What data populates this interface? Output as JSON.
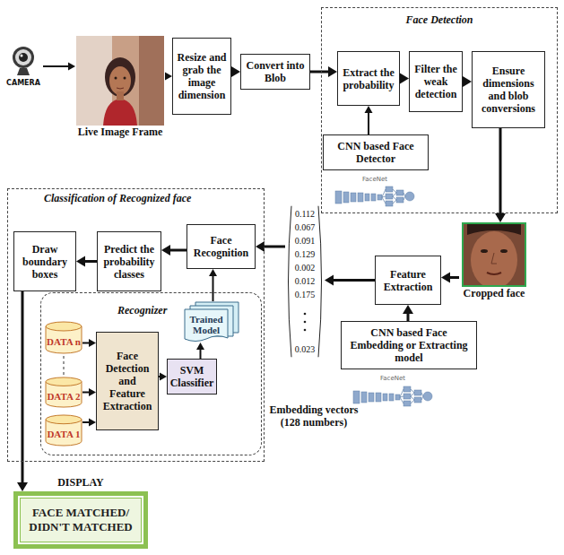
{
  "diagram": {
    "nodes": [
      {
        "text": [
          "CAMERA"
        ]
      },
      {
        "text": [
          "Live Image Frame"
        ]
      },
      {
        "text": [
          "Resize and grab the image dimension"
        ]
      },
      {
        "text": [
          "Convert into Blob"
        ]
      },
      {
        "text": [
          "Face Detection"
        ]
      },
      {
        "text": [
          "Extract the probability"
        ],
        "in": 4
      },
      {
        "text": [
          "Filter the weak detection"
        ],
        "in": 4
      },
      {
        "text": [
          "Ensure dimensions and blob conversions"
        ],
        "in": 4
      },
      {
        "text": [
          "CNN based Face Detector"
        ],
        "in": 4
      },
      {
        "text": [
          "Cropped face"
        ]
      },
      {
        "text": [
          "Feature Extraction"
        ]
      },
      {
        "text": [
          "CNN based Face Embedding or Extracting model"
        ]
      },
      {
        "text": [
          "0.112",
          "0.067",
          "0.091",
          "0.129",
          "0.002",
          "0.012",
          "0.175",
          "0.023"
        ]
      },
      {
        "text": [
          "Classification of Recognized face"
        ]
      },
      {
        "text": [
          "Face Recognition"
        ],
        "in": 13
      },
      {
        "text": [
          "Predict the probability classes"
        ],
        "in": 13
      },
      {
        "text": [
          "Draw boundary boxes"
        ],
        "in": 13
      },
      {
        "text": [
          "Recognizer"
        ],
        "in": 13
      },
      {
        "text": [
          "DATA n"
        ],
        "in": 17
      },
      {
        "text": [
          "DATA 2"
        ],
        "in": 17
      },
      {
        "text": [
          "DATA 1"
        ],
        "in": 17
      },
      {
        "text": [
          "Face Detection and Feature Extraction"
        ],
        "in": 17
      },
      {
        "text": [
          "SVM Classifier"
        ],
        "in": 17
      },
      {
        "text": [
          "Trained Model"
        ],
        "in": 17
      },
      {
        "text": [
          "DISPLAY",
          "FACE MATCHED/ DIDN'T MATCHED"
        ]
      }
    ],
    "edges": [
      {
        "from": 0,
        "to": 1,
        "arrow": "to"
      },
      {
        "from": 1,
        "to": 2,
        "arrow": "to"
      },
      {
        "from": 2,
        "to": 3,
        "arrow": "to"
      },
      {
        "from": 3,
        "to": 5,
        "arrow": "to"
      },
      {
        "from": 8,
        "to": 5,
        "arrow": "to"
      },
      {
        "from": 5,
        "to": 6,
        "arrow": "to"
      },
      {
        "from": 6,
        "to": 7,
        "arrow": "to"
      },
      {
        "from": 7,
        "to": 9,
        "arrow": "to"
      },
      {
        "from": 9,
        "to": 10,
        "arrow": "to"
      },
      {
        "from": 11,
        "to": 10,
        "arrow": "to"
      },
      {
        "from": 10,
        "to": 12,
        "arrow": "to"
      },
      {
        "from": 12,
        "to": 14,
        "arrow": "to"
      },
      {
        "from": 23,
        "to": 14,
        "arrow": "to"
      },
      {
        "from": 14,
        "to": 15,
        "arrow": "to"
      },
      {
        "from": 15,
        "to": 16,
        "arrow": "to"
      },
      {
        "from": 16,
        "to": 24,
        "arrow": "to"
      },
      {
        "from": 18,
        "to": 21,
        "arrow": "to"
      },
      {
        "from": 19,
        "to": 21,
        "arrow": "to"
      },
      {
        "from": 20,
        "to": 21,
        "arrow": "to"
      },
      {
        "from": 21,
        "to": 22,
        "arrow": "to"
      },
      {
        "from": 22,
        "to": 23,
        "arrow": "to"
      }
    ],
    "labels": [
      "FaceNet",
      "FaceNet",
      "Embedding vectors (128 numbers)"
    ]
  }
}
